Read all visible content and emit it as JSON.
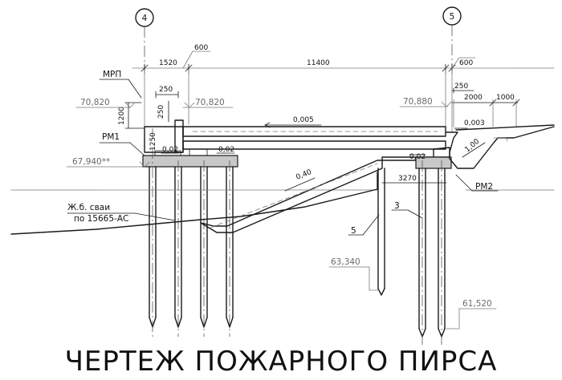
{
  "axes": {
    "left": "4",
    "right": "5"
  },
  "dimensions": {
    "d1520": "1520",
    "d600_left": "600",
    "d11400": "11400",
    "d600_right": "600",
    "d250_left": "250",
    "d250_vert": "250",
    "d1200": "1200",
    "d1250": "1250",
    "d250_right": "250",
    "d2000": "2000",
    "d1000": "1000",
    "d3270": "3270"
  },
  "elevations": {
    "left_deck": "70,820",
    "right_deck": "70,880",
    "left_grillage": "67,940**",
    "pile_tip_5": "63,340",
    "pile_tip_3": "61,520"
  },
  "labels": {
    "mrp": "МРП",
    "rm1": "РМ1",
    "rm2": "РМ2",
    "pile_line1": "Ж.б. сваи",
    "pile_line2": "по 15665-АС",
    "mark5": "5",
    "mark3": "3"
  },
  "slopes": {
    "deck": "0,005",
    "right_top": "0,003",
    "left_small_1": "0,02",
    "left_small_2": "0,02",
    "right_small": "0,02",
    "ramp": "0,40",
    "embankment": "1,00"
  },
  "title": "ЧЕРТЕЖ ПОЖАРНОГО ПИРСА"
}
